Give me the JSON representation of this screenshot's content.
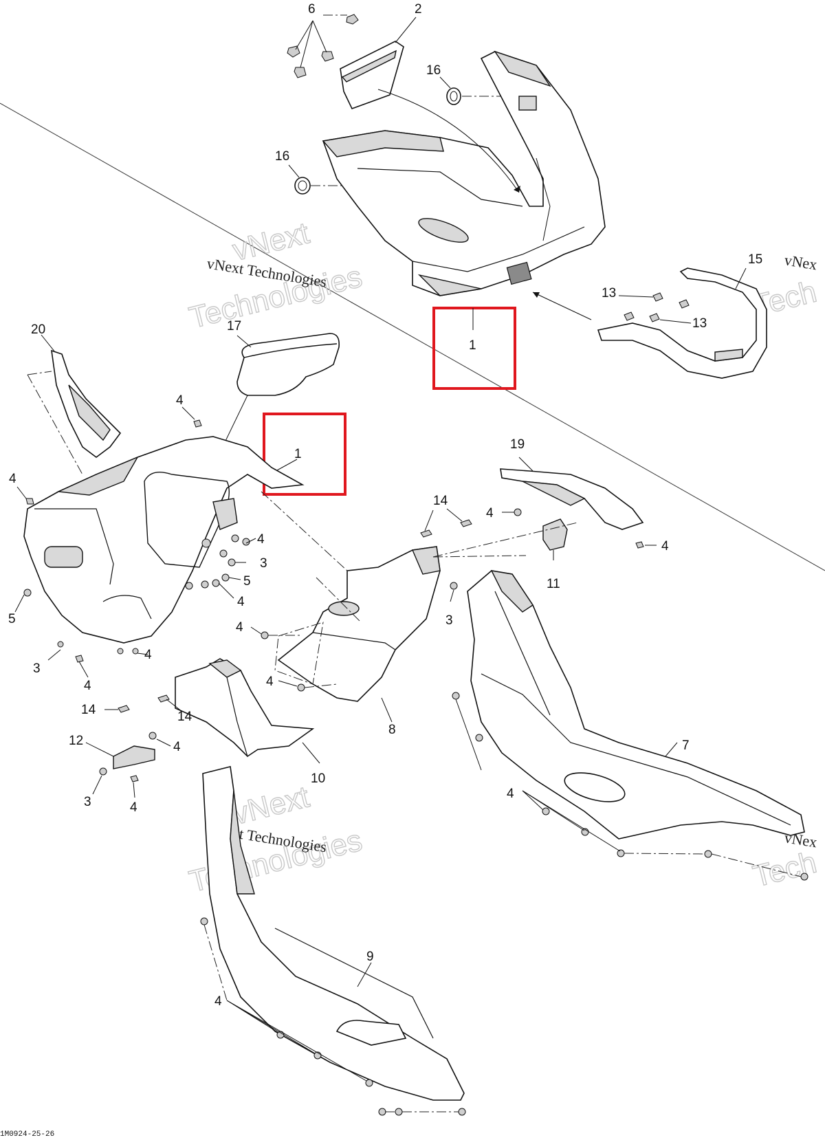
{
  "diagram": {
    "figure_ref": "1M0924-25-26",
    "watermark": {
      "line": "vNext Technologies",
      "word1": "vNext",
      "word2": "Technologies",
      "edge1": "vNex",
      "edge2": "Tech"
    },
    "callouts": [
      {
        "id": "c6",
        "text": "6"
      },
      {
        "id": "c2",
        "text": "2"
      },
      {
        "id": "c16a",
        "text": "16"
      },
      {
        "id": "c16b",
        "text": "16"
      },
      {
        "id": "c15",
        "text": "15"
      },
      {
        "id": "c13a",
        "text": "13"
      },
      {
        "id": "c13b",
        "text": "13"
      },
      {
        "id": "c1a",
        "text": "1"
      },
      {
        "id": "c1b",
        "text": "1"
      },
      {
        "id": "c20",
        "text": "20"
      },
      {
        "id": "c17",
        "text": "17"
      },
      {
        "id": "c19",
        "text": "19"
      },
      {
        "id": "c4a",
        "text": "4"
      },
      {
        "id": "c4b",
        "text": "4"
      },
      {
        "id": "c4c",
        "text": "4"
      },
      {
        "id": "c4d",
        "text": "4"
      },
      {
        "id": "c4e",
        "text": "4"
      },
      {
        "id": "c4f",
        "text": "4"
      },
      {
        "id": "c4g",
        "text": "4"
      },
      {
        "id": "c4h",
        "text": "4"
      },
      {
        "id": "c4i",
        "text": "4"
      },
      {
        "id": "c4j",
        "text": "4"
      },
      {
        "id": "c4k",
        "text": "4"
      },
      {
        "id": "c4l",
        "text": "4"
      },
      {
        "id": "c4m",
        "text": "4"
      },
      {
        "id": "c4n",
        "text": "4"
      },
      {
        "id": "c3a",
        "text": "3"
      },
      {
        "id": "c3b",
        "text": "3"
      },
      {
        "id": "c3c",
        "text": "3"
      },
      {
        "id": "c3d",
        "text": "3"
      },
      {
        "id": "c5a",
        "text": "5"
      },
      {
        "id": "c5b",
        "text": "5"
      },
      {
        "id": "c14a",
        "text": "14"
      },
      {
        "id": "c14b",
        "text": "14"
      },
      {
        "id": "c14c",
        "text": "14"
      },
      {
        "id": "c11",
        "text": "11"
      },
      {
        "id": "c12",
        "text": "12"
      },
      {
        "id": "c10",
        "text": "10"
      },
      {
        "id": "c8",
        "text": "8"
      },
      {
        "id": "c7",
        "text": "7"
      },
      {
        "id": "c9",
        "text": "9"
      }
    ],
    "highlight_color": "#e0171e"
  }
}
